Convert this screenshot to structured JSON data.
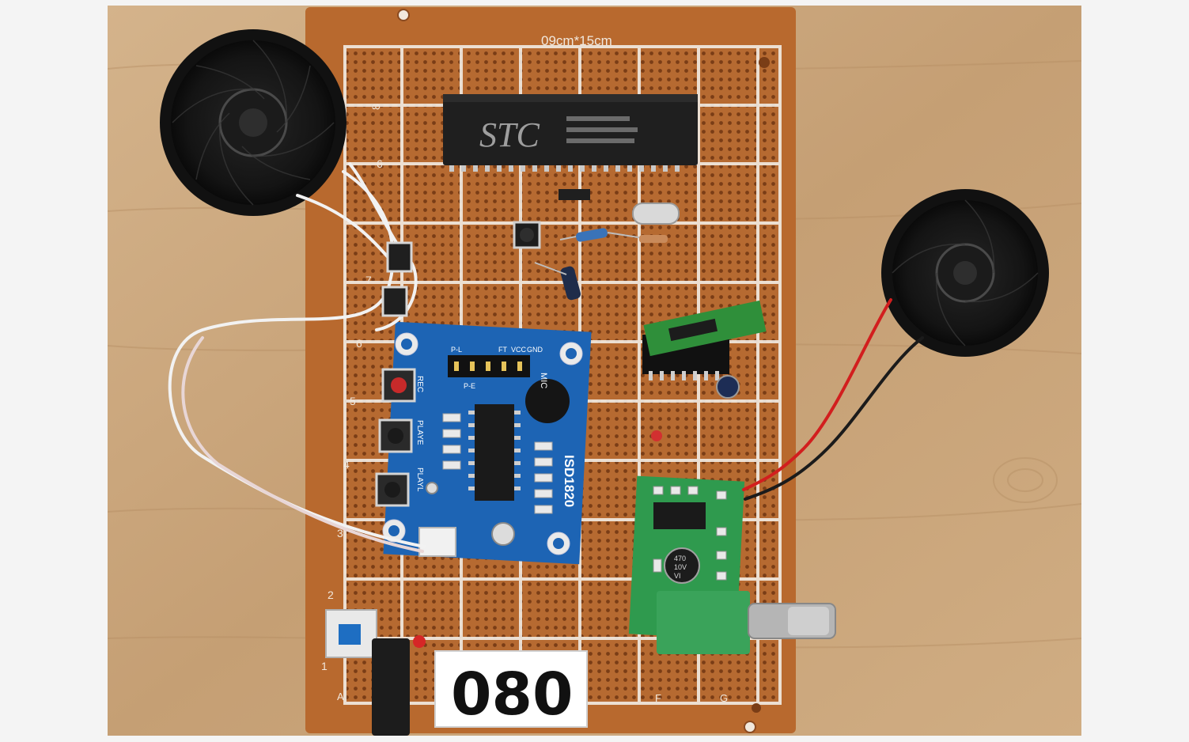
{
  "photo": {
    "board_size_label": "09cm*15cm",
    "mcu_brand": "STC",
    "module_name": "ISD1820",
    "module_header_pins": [
      "P-L",
      "P-E",
      "FT",
      "VCC",
      "GND"
    ],
    "module_mic_label": "MIC",
    "module_button_labels": [
      "REC",
      "PLAYE",
      "PLAYL"
    ],
    "cap_marking": [
      "470",
      "10V",
      "VI"
    ],
    "tag_text": "080",
    "row_numbers": [
      "8",
      "6",
      "7",
      "6",
      "5",
      "4",
      "3",
      "2",
      "1"
    ],
    "column_letters": [
      "F",
      "G",
      "A"
    ]
  },
  "colors": {
    "wood": "#c9a77e",
    "pcb": "#b8692e",
    "module_blue": "#1d64b4",
    "amp_green": "#2f9a4e",
    "speaker": "#1b1b1b"
  }
}
